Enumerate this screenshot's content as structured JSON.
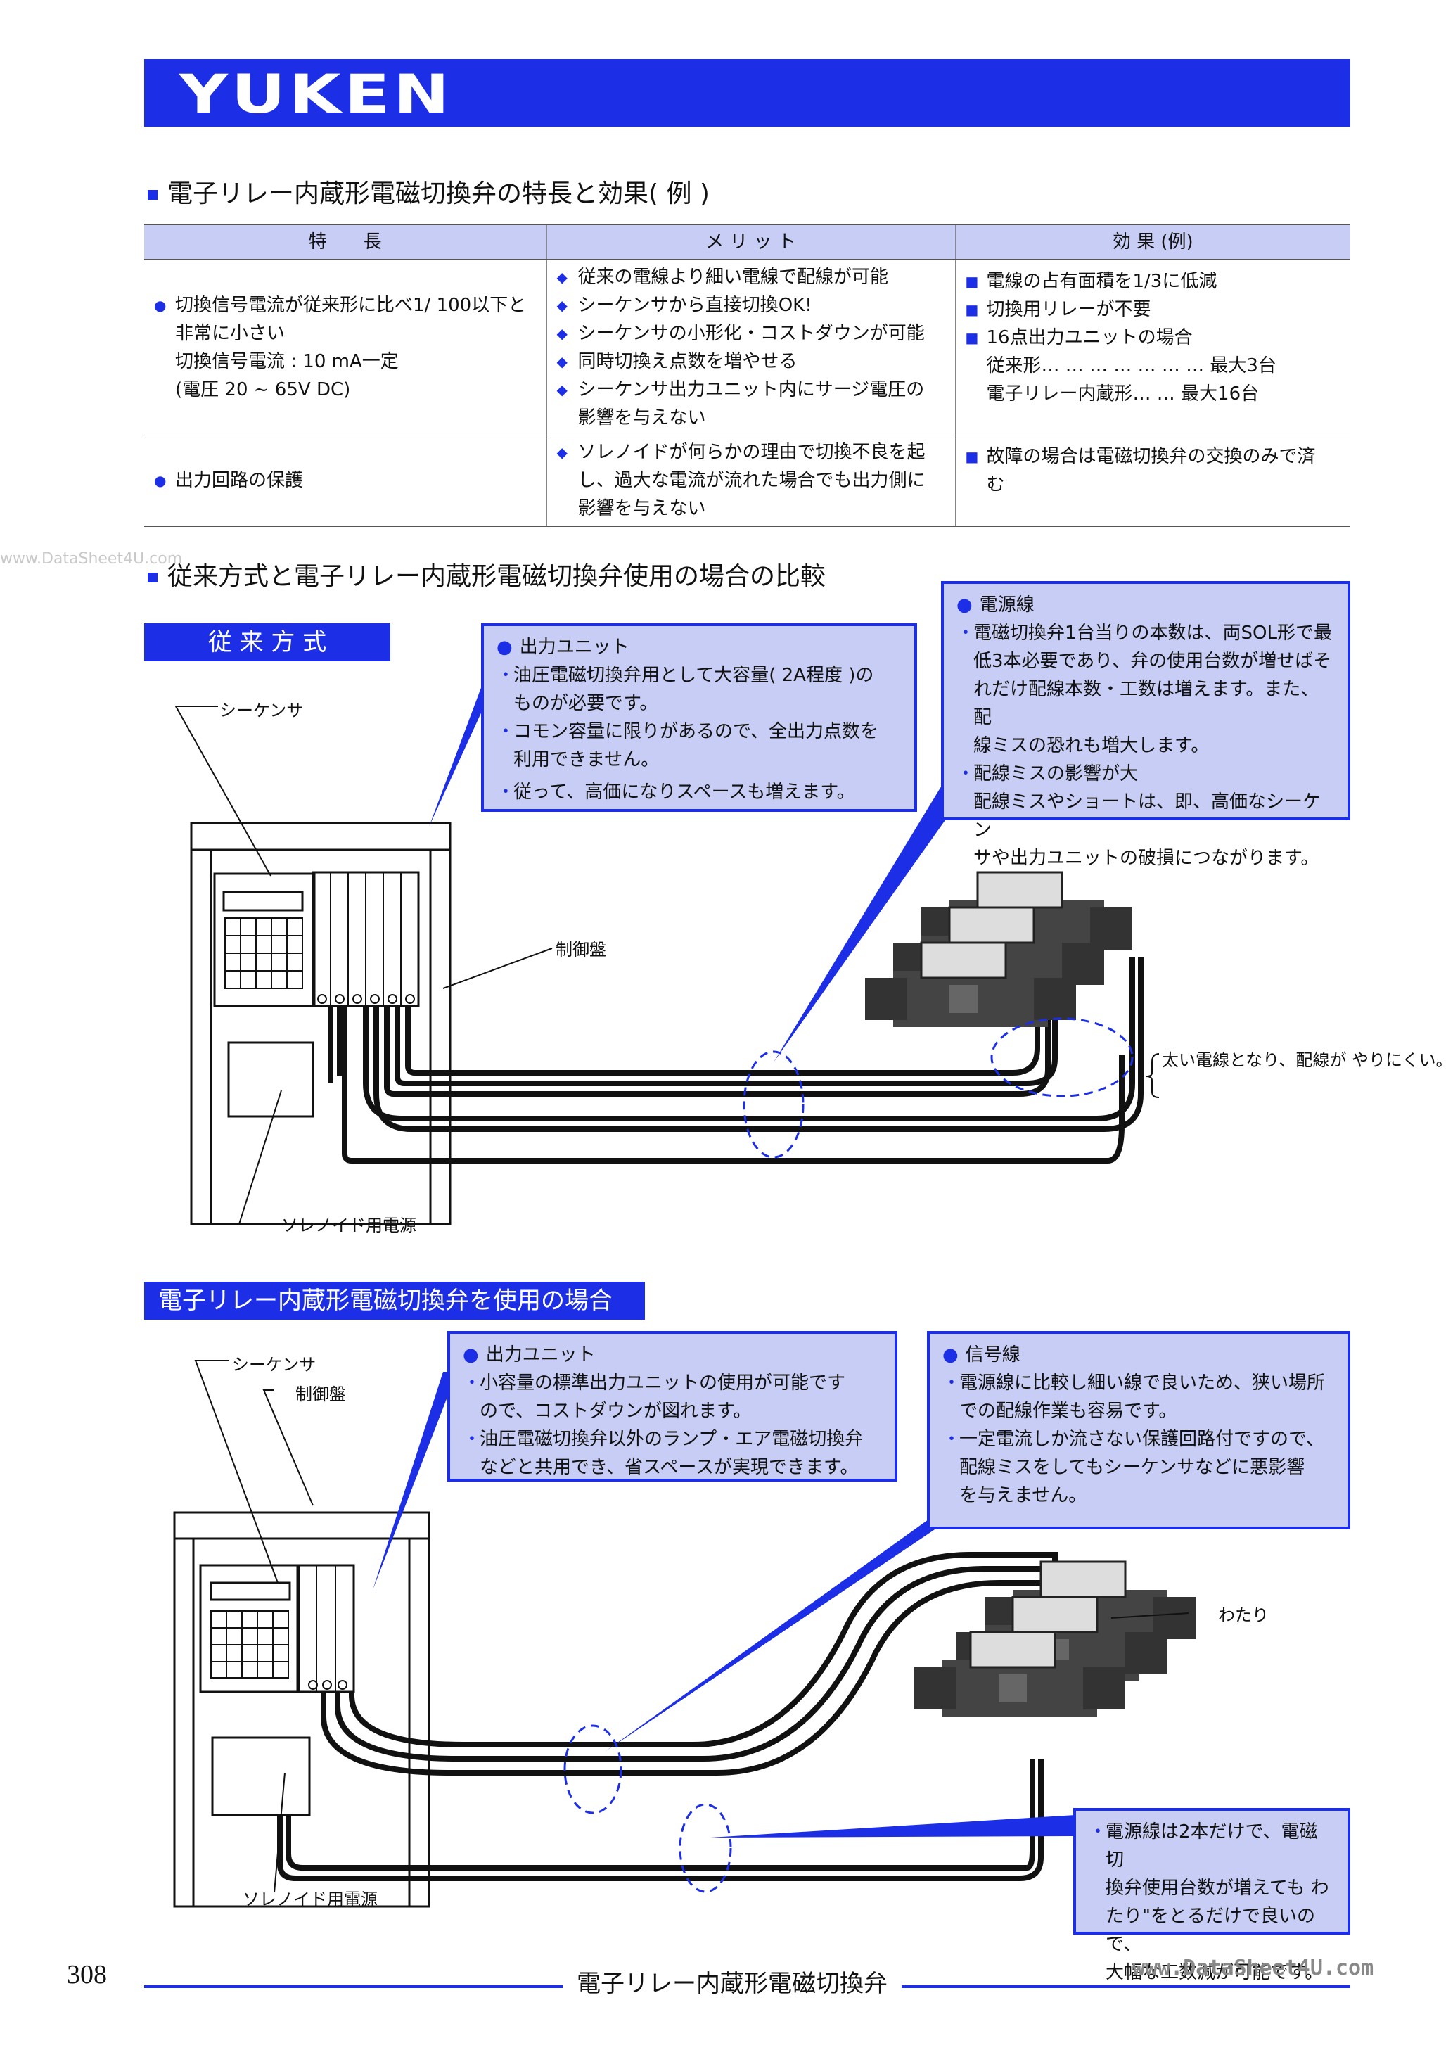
{
  "header": {
    "logo": "YUKEN"
  },
  "section1": {
    "title": "電子リレー内蔵形電磁切換弁の特長と効果( 例 )",
    "columns": [
      "特　　長",
      "メ リ ッ ト",
      "効 果 (例)"
    ],
    "rows": [
      {
        "feature": "切換信号電流が従来形に比べ1/ 100以下と\n非常に小さい\n切換信号電流 : 10 mA一定\n(電圧 20 ~ 65V DC)",
        "merits": [
          "従来の電線より細い電線で配線が可能",
          "シーケンサから直接切換OK!",
          "シーケンサの小形化・コストダウンが可能",
          "同時切換え点数を増やせる",
          "シーケンサ出力ユニット内にサージ電圧の\n影響を与えない"
        ],
        "effects": [
          "電線の占有面積を1/3に低減",
          "切換用リレーが不要",
          "16点出力ユニットの場合"
        ],
        "effect_notes": [
          "従来形… … … … … … … 最大3台",
          "電子リレー内蔵形… … 最大16台"
        ]
      },
      {
        "feature": "出力回路の保護",
        "merits": [
          "ソレノイドが何らかの理由で切換不良を起\nし、過大な電流が流れた場合でも出力側に\n影響を与えない"
        ],
        "effects": [
          "故障の場合は電磁切換弁の交換のみで済\nむ"
        ]
      }
    ]
  },
  "watermark": "www.DataSheet4U.com",
  "section2": {
    "title": "従来方式と電子リレー内蔵形電磁切換弁使用の場合の比較",
    "conventional": {
      "tag": "従 来 方 式",
      "callout_output": {
        "heading": "出力ユニット",
        "lines": [
          "油圧電磁切換弁用として大容量( 2A程度 )の\nものが必要です。",
          "コモン容量に限りがあるので、全出力点数を\n利用できません。",
          "従って、高価になりスペースも増えます。"
        ]
      },
      "callout_power": {
        "heading": "電源線",
        "lines": [
          "電磁切換弁1台当りの本数は、両SOL形で最\n低3本必要であり、弁の使用台数が増せばそ\nれだけ配線本数・工数は増えます。また、配\n線ミスの恐れも増大します。",
          "配線ミスの影響が大\n配線ミスやショートは、即、高価なシーケン\nサや出力ユニットの破損につながります。"
        ]
      },
      "labels": {
        "sequencer": "シーケンサ",
        "panel": "制御盤",
        "solenoid_power": "ソレノイド用電源",
        "thick_wire": "太い電線となり、配線が\nやりにくい。"
      }
    },
    "relay": {
      "tag": "電子リレー内蔵形電磁切換弁を使用の場合",
      "callout_output": {
        "heading": "出力ユニット",
        "lines": [
          "小容量の標準出力ユニットの使用が可能です\nので、コストダウンが図れます。",
          "油圧電磁切換弁以外のランプ・エア電磁切換弁\nなどと共用でき、省スペースが実現できます。"
        ]
      },
      "callout_signal": {
        "heading": "信号線",
        "lines": [
          "電源線に比較し細い線で良いため、狭い場所\nでの配線作業も容易です。",
          "一定電流しか流さない保護回路付ですので、\n配線ミスをしてもシーケンサなどに悪影響\nを与えません。"
        ]
      },
      "callout_power": {
        "lines": [
          "電源線は2本だけで、電磁切\n換弁使用台数が増えても わ\nたり\"をとるだけで良いので、\n大幅な工数減が可能です。"
        ]
      },
      "labels": {
        "sequencer": "シーケンサ",
        "panel": "制御盤",
        "solenoid_power": "ソレノイド用電源",
        "jumper": "わたり"
      }
    }
  },
  "footer": {
    "page": "308",
    "title": "電子リレー内蔵形電磁切換弁",
    "site": "www.DataSheet4U.com"
  }
}
